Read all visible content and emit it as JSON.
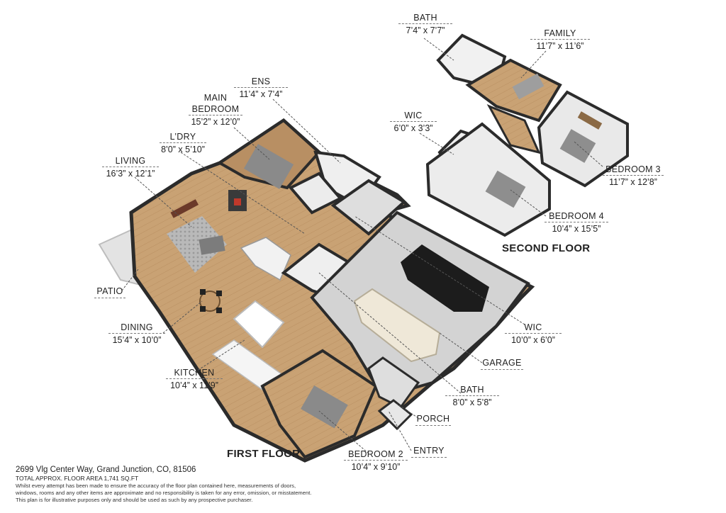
{
  "rooms": {
    "bath_up": {
      "name": "BATH",
      "dims": "7’4” x 7’7”"
    },
    "family": {
      "name": "FAMILY",
      "dims": "11’7” x 11’6”"
    },
    "wic_up": {
      "name": "WIC",
      "dims": "6’0” x 3’3”"
    },
    "bedroom3": {
      "name": "BEDROOM 3",
      "dims": "11’7” x 12’8”"
    },
    "bedroom4": {
      "name": "BEDROOM 4",
      "dims": "10’4” x 15’5”"
    },
    "ens": {
      "name": "ENS",
      "dims": "11’4” x 7’4”"
    },
    "main_bed": {
      "name1": "MAIN",
      "name2": "BEDROOM",
      "dims": "15’2” x 12’0”"
    },
    "laundry": {
      "name": "L’DRY",
      "dims": "8’0” x 5’10”"
    },
    "living": {
      "name": "LIVING",
      "dims": "16’3” x 12’1”"
    },
    "patio": {
      "name": "PATIO"
    },
    "dining": {
      "name": "DINING",
      "dims": "15’4” x 10’0”"
    },
    "kitchen": {
      "name": "KITCHEN",
      "dims": "10’4” x 11’9”"
    },
    "wic_down": {
      "name": "WIC",
      "dims": "10’0” x 6’0”"
    },
    "garage": {
      "name": "GARAGE"
    },
    "bath_down": {
      "name": "BATH",
      "dims": "8’0” x 5’8”"
    },
    "porch": {
      "name": "PORCH"
    },
    "entry": {
      "name": "ENTRY"
    },
    "bedroom2": {
      "name": "BEDROOM 2",
      "dims": "10’4” x 9’10”"
    }
  },
  "floors": {
    "first": "FIRST FLOOR",
    "second": "SECOND FLOOR"
  },
  "footer": {
    "address": "2699 Vlg Center Way, Grand Junction, CO, 81506",
    "area": "TOTAL APPROX. FLOOR AREA 1,741 SQ.FT",
    "disclaimer1": "Whilst every attempt has been made to ensure the accuracy of the floor plan contained here, measurements of doors,",
    "disclaimer2": "windows, rooms and any other items are approximate and no responsibility is taken for any error, omission, or misstatement.",
    "disclaimer3": "This plan is for illustrative purposes only and should be used as such by any prospective purchaser."
  },
  "colors": {
    "wall": "#2b2b2b",
    "wall_top": "#ffffff",
    "wall_side": "#d9d9d9",
    "wood": "#c49a6c",
    "floor_grey": "#cfcfcf",
    "leader": "#555555"
  }
}
